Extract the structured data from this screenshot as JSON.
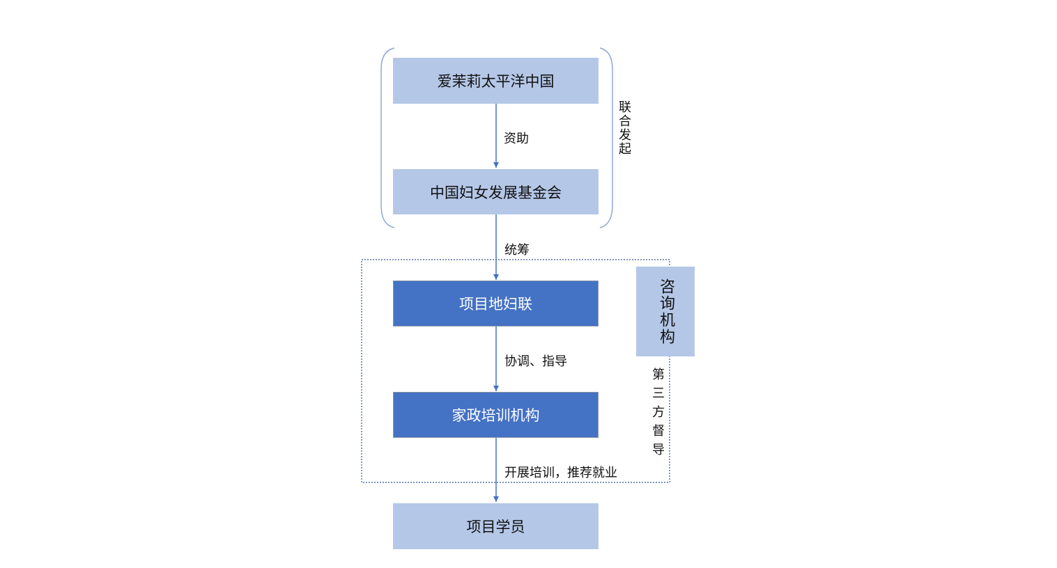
{
  "nodes": {
    "n1": "爱茉莉太平洋中国",
    "n2": "中国妇女发展基金会",
    "n3": "项目地妇联",
    "n4": "家政培训机构",
    "n5": "项目学员"
  },
  "edges": {
    "e1": "资助",
    "e2": "统筹",
    "e3": "协调、指导",
    "e4": "开展培训，推荐就业"
  },
  "side": {
    "joint": "联合发起",
    "consult": "咨询机构",
    "supervision": "第三方督导"
  },
  "colors": {
    "light_box": "#b4c7e7",
    "dark_box": "#4472c4",
    "arrow": "#4472c4",
    "bracket": "#8fa8d8",
    "dotted_border": "#2f5597"
  }
}
